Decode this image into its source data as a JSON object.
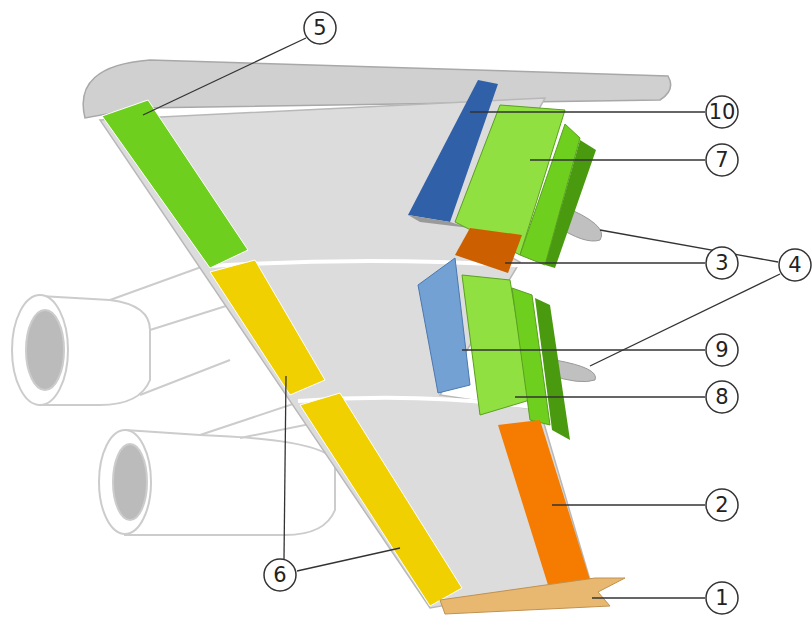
{
  "diagram": {
    "labels": [
      "5",
      "10",
      "7",
      "3",
      "4",
      "9",
      "8",
      "2",
      "6",
      "1"
    ]
  }
}
